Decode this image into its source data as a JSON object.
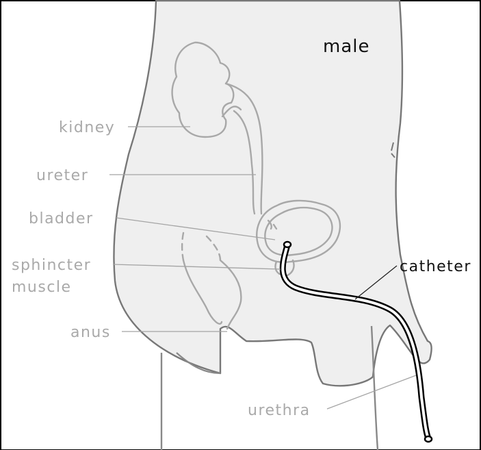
{
  "title": "male",
  "labels": {
    "kidney": "kidney",
    "ureter": "ureter",
    "bladder": "bladder",
    "sphincter_line1": "sphincter",
    "sphincter_line2": "muscle",
    "anus": "anus",
    "catheter": "catheter",
    "urethra": "urethra"
  },
  "colors": {
    "label_grey": "#a9a9a9",
    "label_dark": "#111111",
    "body_fill": "#efefef",
    "body_outline": "#777777",
    "organ_outline": "#a8a8a8",
    "catheter": "#000000",
    "frame": "#000000"
  }
}
